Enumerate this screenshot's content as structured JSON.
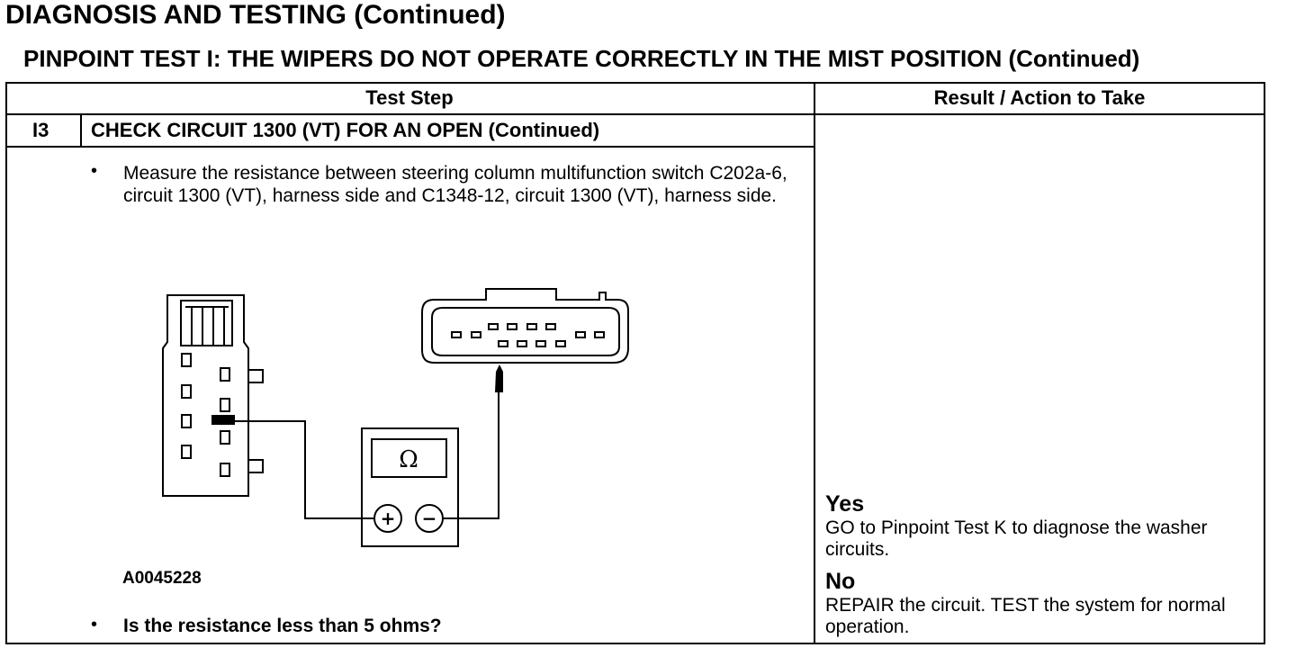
{
  "page": {
    "title": "DIAGNOSIS AND TESTING (Continued)",
    "subtitle": "PINPOINT TEST I: THE WIPERS DO NOT OPERATE CORRECTLY IN THE MIST POSITION (Continued)"
  },
  "table": {
    "col_test_step": "Test Step",
    "col_result": "Result / Action to Take",
    "step_id": "I3",
    "step_title": "CHECK CIRCUIT 1300 (VT) FOR AN OPEN (Continued)",
    "bullet_symbol": "•",
    "instruction": "Measure the resistance between steering column multifunction switch C202a-6, circuit 1300 (VT), harness side and C1348-12, circuit 1300 (VT), harness side.",
    "figure_id": "A0045228",
    "question": "Is the resistance less than 5 ohms?"
  },
  "figure": {
    "meter_symbol": "Ω",
    "plus_symbol": "+",
    "minus_symbol": "−"
  },
  "results": {
    "yes_heading": "Yes",
    "yes_text": "GO to Pinpoint Test K to diagnose the washer circuits.",
    "no_heading": "No",
    "no_text": "REPAIR the circuit. TEST the system for normal operation."
  }
}
